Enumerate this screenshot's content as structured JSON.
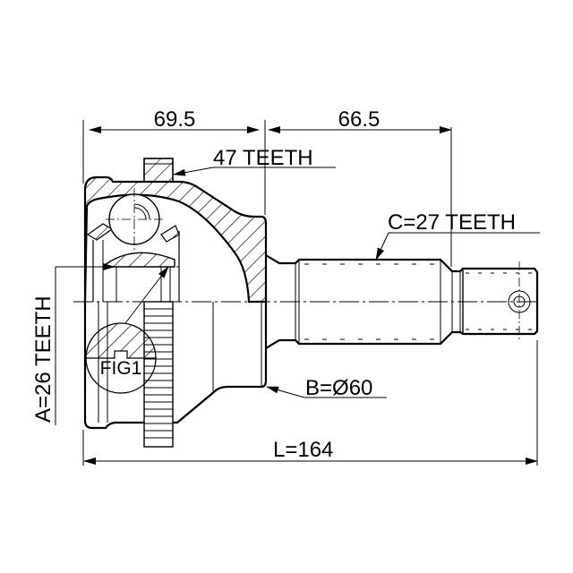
{
  "diagram": {
    "title": "CV joint outer assembly drawing",
    "colors": {
      "line": "#000000",
      "background": "#ffffff"
    },
    "dimensions": {
      "housing_length": "69.5",
      "shaft_length": "66.5",
      "total_length": "L=164"
    },
    "callouts": {
      "abs_ring_teeth": "47 TEETH",
      "outer_spline_teeth": "C=27 TEETH",
      "inner_spline_teeth": "A=26 TEETH",
      "seal_diameter": "B=Ø60",
      "detail_figure": "FIG1"
    }
  }
}
